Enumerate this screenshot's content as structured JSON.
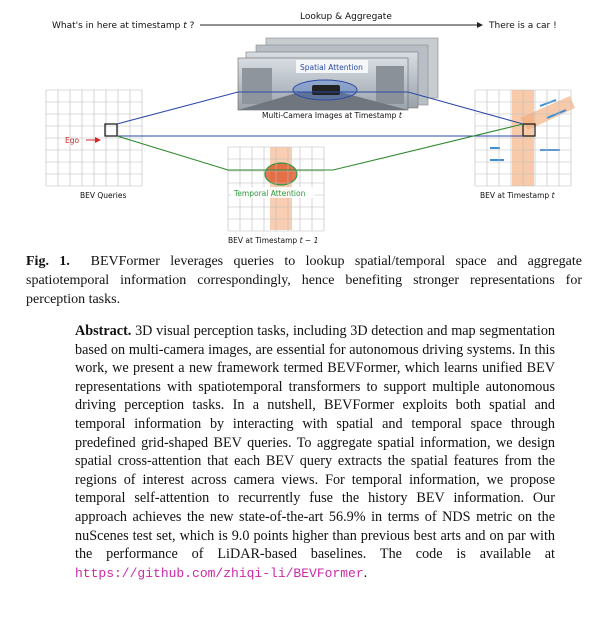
{
  "figure": {
    "top_flow_label": "Lookup & Aggregate",
    "query_text": "What's in here at timestamp",
    "query_var": "t",
    "query_end": "?",
    "answer_text": "There is a car !",
    "spatial_attention_label": "Spatial Attention",
    "camera_caption": "Multi-Camera Images at Timestamp",
    "camera_caption_var": "t",
    "ego_label": "Ego",
    "bev_queries_label": "BEV Queries",
    "temporal_attention_label": "Temporal Attention",
    "bev_prev_label": "BEV at Timestamp",
    "bev_prev_var": "t − 1",
    "bev_now_label": "BEV at Timestamp",
    "bev_now_var": "t",
    "colors": {
      "spatial_line": "#2b4aa6",
      "temporal_line": "#2f8a2f",
      "ego_red": "#d62728",
      "road_orange": "#f4a672",
      "lane_blue": "#3a8fd6",
      "temporal_green": "#2e9a3e"
    }
  },
  "caption": {
    "label": "Fig. 1.",
    "text": "BEVFormer leverages queries to lookup spatial/temporal space and aggregate spatiotemporal information correspondingly, hence benefiting stronger representations for perception tasks."
  },
  "abstract": {
    "label": "Abstract.",
    "text": "3D visual perception tasks, including 3D detection and map segmentation based on multi-camera images, are essential for autonomous driving systems. In this work, we present a new framework termed BEVFormer, which learns unified BEV representations with spatiotemporal transformers to support multiple autonomous driving perception tasks. In a nutshell, BEVFormer exploits both spatial and temporal information by interacting with spatial and temporal space through predefined grid-shaped BEV queries. To aggregate spatial information, we design spatial cross-attention that each BEV query extracts the spatial features from the regions of interest across camera views. For temporal information, we propose temporal self-attention to recurrently fuse the history BEV information. Our approach achieves the new state-of-the-art 56.9% in terms of NDS metric on the nuScenes test set, which is 9.0 points higher than previous best arts and on par with the performance of LiDAR-based baselines. The code is available at",
    "link": "https://github.com/zhiqi-li/BEVFormer",
    "end": "."
  }
}
